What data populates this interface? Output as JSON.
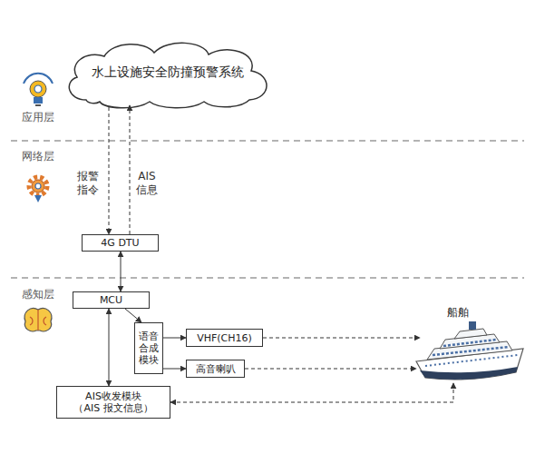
{
  "diagram": {
    "nodes": [
      {
        "text": [
          "水上设施安全防撞预警系统"
        ]
      },
      {
        "text": [
          "4G DTU"
        ]
      },
      {
        "text": [
          "MCU"
        ]
      },
      {
        "text": [
          "语音 合成 模块"
        ]
      },
      {
        "text": [
          "VHF(CH16)"
        ]
      },
      {
        "text": [
          "高音喇叭"
        ]
      },
      {
        "text": [
          "AIS收发模块",
          "（AIS 报文信息）"
        ]
      },
      {
        "text": [
          "船舶"
        ]
      }
    ],
    "edges": [
      {
        "from": 0,
        "to": 1,
        "label": "报警 指令",
        "arrow": "to"
      },
      {
        "from": 1,
        "to": 0,
        "label": "AIS 信息",
        "arrow": "to"
      },
      {
        "from": 1,
        "to": 2,
        "arrow": "both"
      },
      {
        "from": 2,
        "to": 3,
        "arrow": "to"
      },
      {
        "from": 3,
        "to": 4,
        "arrow": "to"
      },
      {
        "from": 3,
        "to": 5,
        "arrow": "to"
      },
      {
        "from": 4,
        "to": 7,
        "arrow": "to"
      },
      {
        "from": 5,
        "to": 7,
        "arrow": "to"
      },
      {
        "from": 2,
        "to": 6,
        "arrow": "both"
      },
      {
        "from": 6,
        "to": 7,
        "arrow": "both"
      }
    ],
    "labels": [
      "应用层",
      "网络层",
      "感知层"
    ]
  }
}
